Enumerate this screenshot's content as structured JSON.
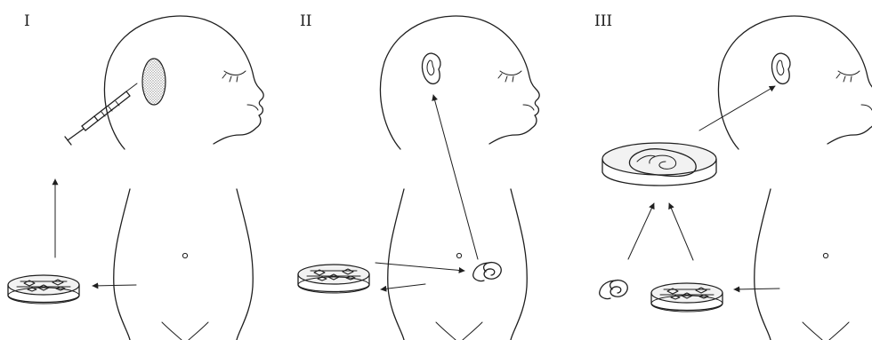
{
  "panels": [
    {
      "label": "I"
    },
    {
      "label": "II"
    },
    {
      "label": "III"
    }
  ],
  "colors": {
    "ink": "#1f1f1f",
    "background": "#ffffff",
    "stipple": "#9a9a9a"
  }
}
